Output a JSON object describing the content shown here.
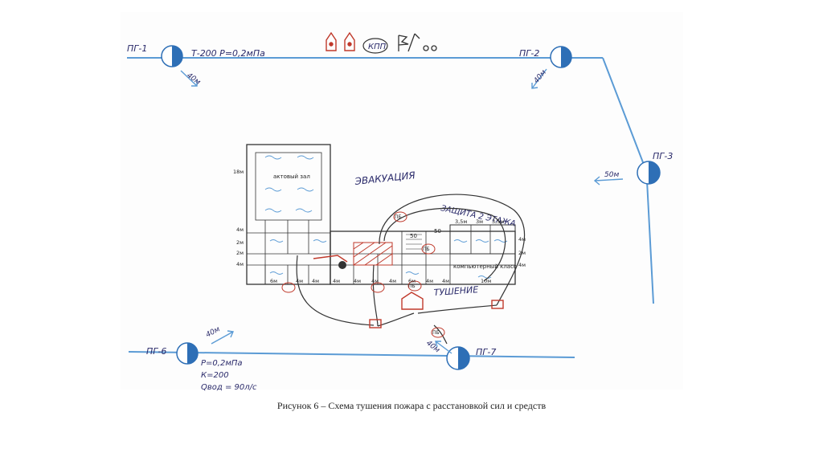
{
  "colors": {
    "water_line": "#5b9bd5",
    "hydrant_fill": "#2e6fb6",
    "building_line": "#333333",
    "hose": "#333333",
    "red_marks": "#c0392b"
  },
  "diagram": {
    "hydrants": [
      "ПГ-1",
      "ПГ-2",
      "ПГ-3",
      "ПГ-6",
      "ПГ-7"
    ],
    "main_pipe_label": "Т-200  Р=0,2мПа",
    "command_post": "КПП",
    "approach_labels": [
      "40м",
      "40м",
      "50м",
      "40м",
      "40м"
    ],
    "pg6_params": [
      "Р=0,2мПа",
      "К=200",
      "Qвод = 90л/с"
    ],
    "rooms": [
      "актовый зал",
      "компьютерный класс"
    ],
    "action_labels": [
      "ЭВАКУАЦИЯ",
      "ЗАЩИТА 2 ЭТАЖА",
      "ТУШЕНИЕ"
    ],
    "dimension_labels": [
      "18м",
      "4м",
      "2м",
      "2м",
      "4м",
      "6м",
      "4м",
      "4м",
      "4м",
      "4м",
      "4м",
      "4м",
      "6м",
      "4м",
      "4м",
      "10м",
      "3,5м",
      "3м",
      "3,5м",
      "4м",
      "2м",
      "4м"
    ],
    "trunk_tags": [
      "ПБ",
      "ПБ",
      "ПБ",
      "ПБ",
      "50",
      "50"
    ]
  },
  "caption": "Рисунок 6 – Схема тушения пожара с расстановкой сил и средств"
}
